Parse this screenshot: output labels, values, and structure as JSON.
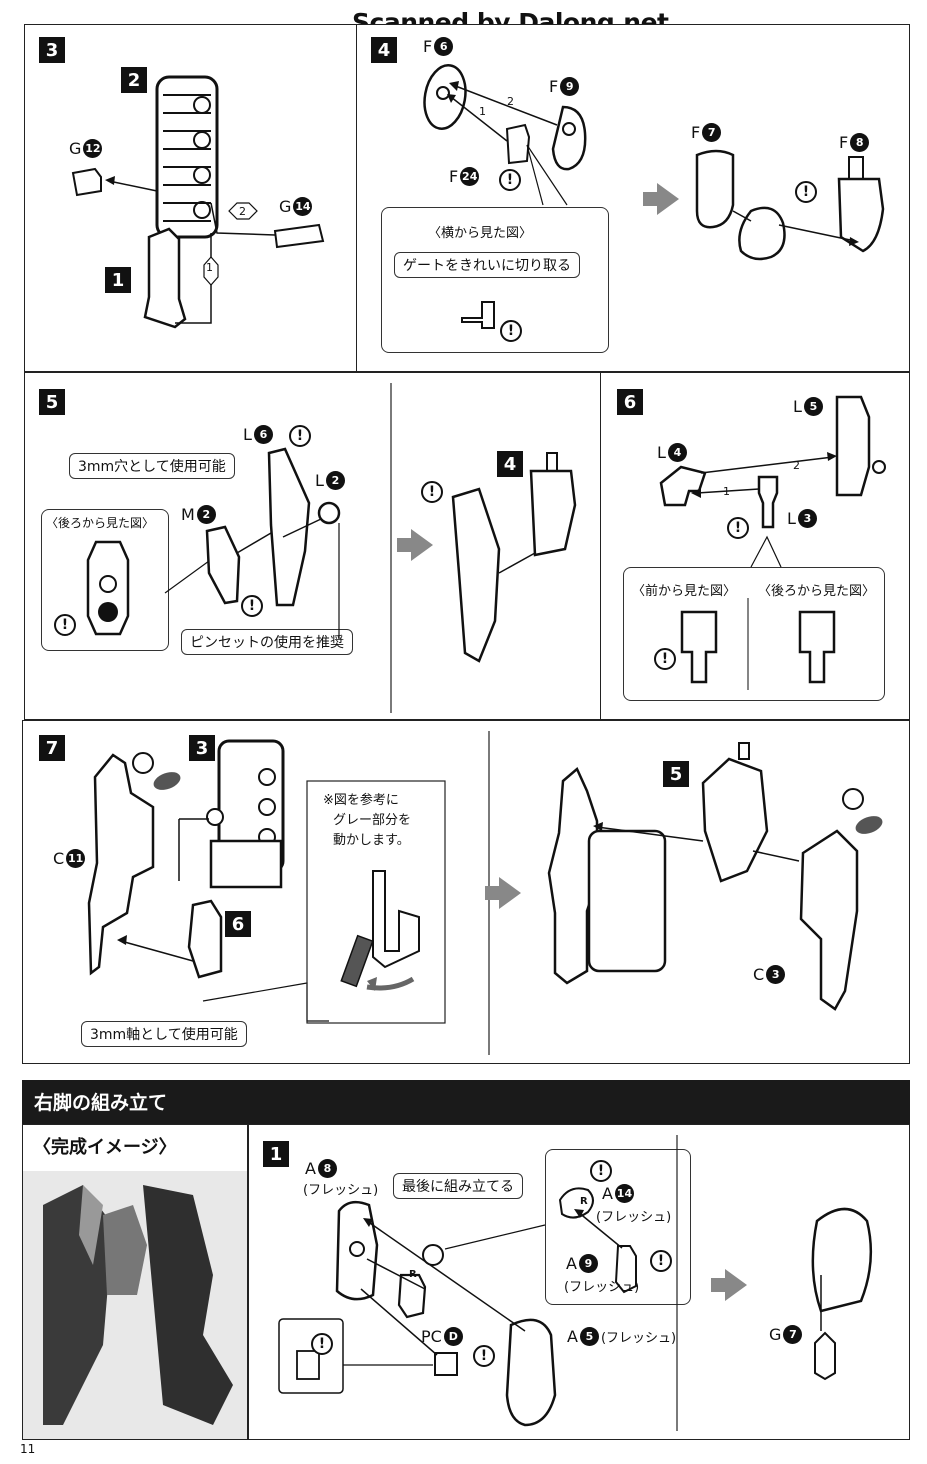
{
  "header": {
    "scan_credit": "Scanned by Dalong.net"
  },
  "page_number": "11",
  "warn_symbol": "!",
  "steps": {
    "s3": {
      "num": "3",
      "sub_num": "2",
      "step_one": "1",
      "g12": "G",
      "g12n": "12",
      "g14": "G",
      "g14n": "14",
      "o1": "1",
      "o2": "2"
    },
    "s4": {
      "num": "4",
      "f6": "F",
      "f6n": "6",
      "f9": "F",
      "f9n": "9",
      "f24": "F",
      "f24n": "24",
      "f7": "F",
      "f7n": "7",
      "f8": "F",
      "f8n": "8",
      "o1": "1",
      "o2": "2",
      "inset_title": "〈横から見た図〉",
      "callout": "ゲートをきれいに切り取る"
    },
    "s5": {
      "num": "5",
      "l6": "L",
      "l6n": "6",
      "l2": "L",
      "l2n": "2",
      "m2": "M",
      "m2n": "2",
      "sub_num": "4",
      "callout_hole": "3mm穴として使用可能",
      "inset_title": "〈後ろから見た図〉",
      "callout_tweezers": "ピンセットの使用を推奨"
    },
    "s6": {
      "num": "6",
      "l5": "L",
      "l5n": "5",
      "l4": "L",
      "l4n": "4",
      "l3": "L",
      "l3n": "3",
      "o1": "1",
      "o2": "2",
      "front_view": "〈前から見た図〉",
      "back_view": "〈後ろから見た図〉"
    },
    "s7": {
      "num": "7",
      "sub_num": "3",
      "c11": "C",
      "c11n": "11",
      "sub6": "6",
      "sub5": "5",
      "c3": "C",
      "c3n": "3",
      "note_line1": "※図を参考に",
      "note_line2": "グレー部分を",
      "note_line3": "動かします。",
      "callout_axis": "3mm軸として使用可能"
    }
  },
  "right_leg": {
    "section_title": "右脚の組み立て",
    "image_title": "〈完成イメージ〉",
    "num": "1",
    "a8": "A",
    "a8n": "8",
    "flesh": "(フレッシュ)",
    "callout_last": "最後に組み立てる",
    "a14": "A",
    "a14n": "14",
    "a9": "A",
    "a9n": "9",
    "pcd": "PC",
    "pcdn": "D",
    "a5": "A",
    "a5n": "5",
    "a5_flesh": "(フレッシュ)",
    "g7": "G",
    "g7n": "7",
    "r_mark": "R"
  },
  "colors": {
    "ink": "#111111",
    "gray_arrow": "#888888",
    "banner": "#1a1a1a"
  }
}
